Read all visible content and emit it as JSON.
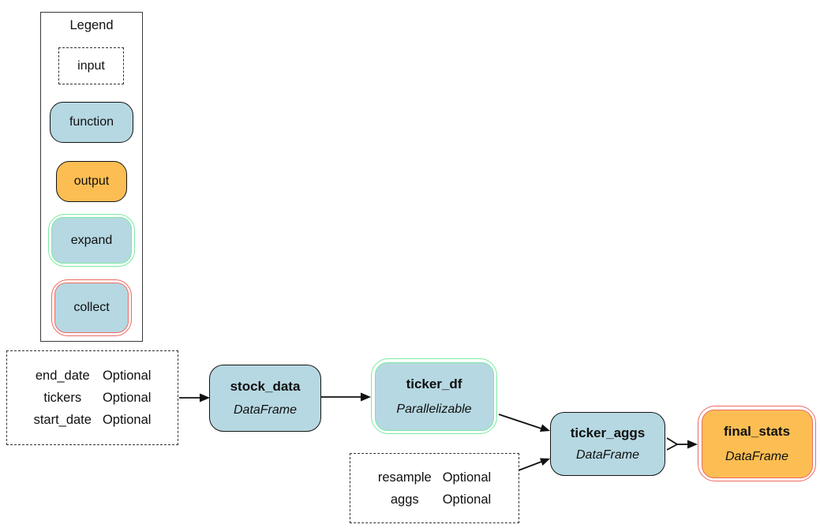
{
  "colors": {
    "function_fill": "#b6d8e2",
    "output_fill": "#fcbe53",
    "expand_border": "#7ce8a3",
    "collect_border": "#ee6a62",
    "edge_color": "#111111"
  },
  "legend": {
    "title": "Legend",
    "items": [
      {
        "label": "input",
        "kind": "input"
      },
      {
        "label": "function",
        "kind": "function"
      },
      {
        "label": "output",
        "kind": "output"
      },
      {
        "label": "expand",
        "kind": "expand"
      },
      {
        "label": "collect",
        "kind": "collect"
      }
    ]
  },
  "nodes": [
    {
      "id": "stock_data",
      "title": "stock_data",
      "subtitle": "DataFrame",
      "kind": "function"
    },
    {
      "id": "ticker_df",
      "title": "ticker_df",
      "subtitle": "Parallelizable",
      "kind": "expand"
    },
    {
      "id": "ticker_aggs",
      "title": "ticker_aggs",
      "subtitle": "DataFrame",
      "kind": "function"
    },
    {
      "id": "final_stats",
      "title": "final_stats",
      "subtitle": "DataFrame",
      "kind": "output-collect"
    }
  ],
  "inputs": [
    {
      "id": "stock_data_inputs",
      "rows": [
        [
          "end_date",
          "Optional"
        ],
        [
          "tickers",
          "Optional"
        ],
        [
          "start_date",
          "Optional"
        ]
      ]
    },
    {
      "id": "ticker_aggs_inputs",
      "rows": [
        [
          "resample",
          "Optional"
        ],
        [
          "aggs",
          "Optional"
        ]
      ]
    }
  ]
}
